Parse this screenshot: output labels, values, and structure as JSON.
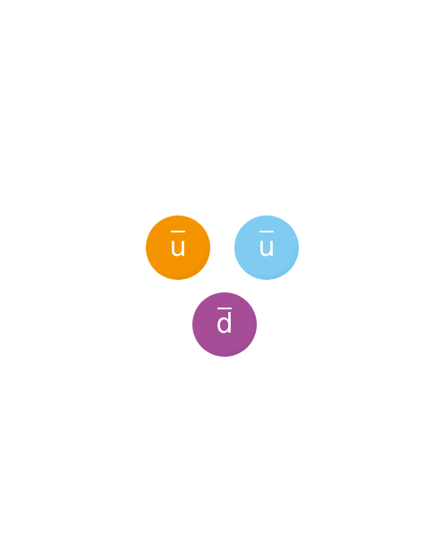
{
  "particles": [
    {
      "symbol": "u",
      "color": "#F39400",
      "shadow": "#D77F00"
    },
    {
      "symbol": "u",
      "color": "#7FCBF2",
      "shadow": "#63B6E2"
    },
    {
      "symbol": "d",
      "color": "#A64D98",
      "shadow": "#8E3E84"
    }
  ]
}
